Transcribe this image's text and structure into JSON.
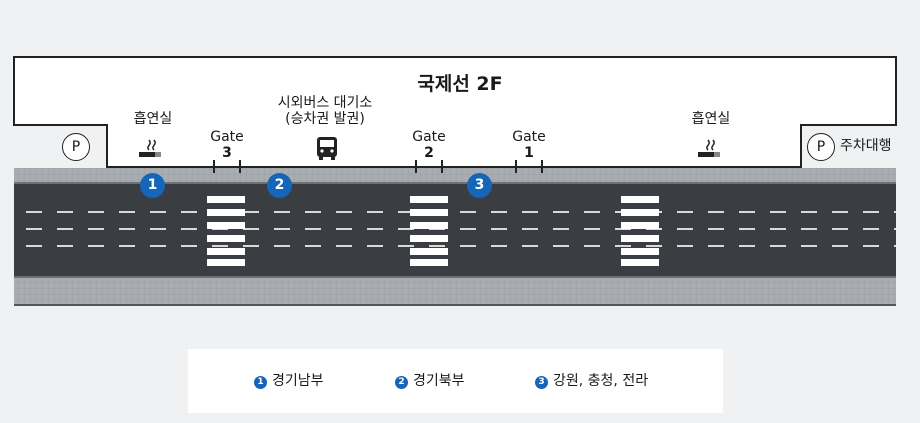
{
  "terminal": {
    "title": "국제선 2F",
    "smoking_left": "흡연실",
    "smoking_right": "흡연실",
    "bus_wait_line1": "시외버스 대기소",
    "bus_wait_line2": "(승차권 발권)",
    "parking_left": "P",
    "parking_right": "P",
    "parking_right_label": "주차대행"
  },
  "gates": [
    {
      "label": "Gate",
      "number": "3"
    },
    {
      "label": "Gate",
      "number": "2"
    },
    {
      "label": "Gate",
      "number": "1"
    }
  ],
  "stops": [
    {
      "number": "1"
    },
    {
      "number": "2"
    },
    {
      "number": "3"
    }
  ],
  "legend": [
    {
      "number": "1",
      "label": "경기남부"
    },
    {
      "number": "2",
      "label": "경기북부"
    },
    {
      "number": "3",
      "label": "강원, 충청, 전라"
    }
  ],
  "colors": {
    "badge": "#1565b8",
    "road": "#3a3d41",
    "sidewalk": "#a7abaf",
    "building": "#ffffff"
  },
  "icons": [
    "cigarette-icon",
    "bus-icon",
    "parking-icon"
  ]
}
